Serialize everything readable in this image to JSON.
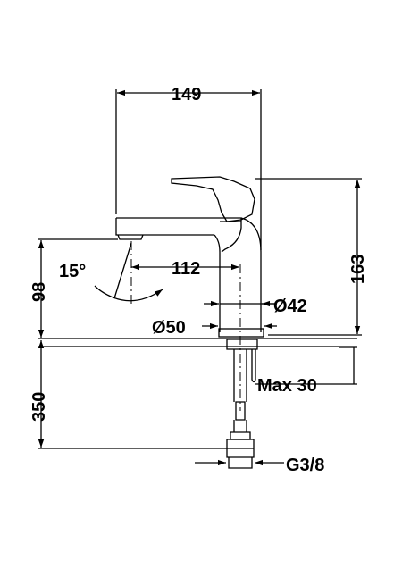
{
  "dimensions": {
    "width_top": "149",
    "height_right": "163",
    "spout_reach": "112",
    "angle": "15°",
    "body_diameter": "Ø42",
    "base_diameter": "Ø50",
    "spout_height": "98",
    "hose_length": "350",
    "counter_thickness": "Max 30",
    "thread": "G3/8"
  },
  "colors": {
    "line": "#000000",
    "background": "#ffffff"
  }
}
